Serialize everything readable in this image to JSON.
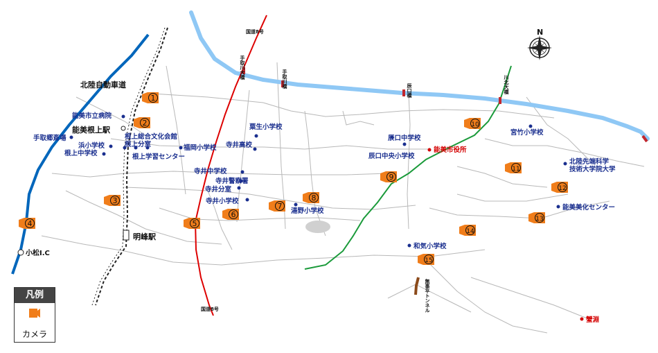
{
  "map": {
    "colors": {
      "river": "#8fc8f5",
      "expressway": "#0066bb",
      "national_road": "#dd0000",
      "green_road": "#1a9a3a",
      "camera": "#f07d1a",
      "facility_dot": "#1a2f8f",
      "road": "#b8b8b8"
    },
    "labels": {
      "expressway": "北陸自動車道",
      "station_noumi": "能美根上駅",
      "station_meiho": "明峰駅",
      "ic": "小松I.C",
      "route8_top": "国道8号",
      "route8_bottom": "国道8号",
      "bridge_tedorigawa_ohashi": "手取川大橋",
      "bridge_tedorigawa": "手取川橋",
      "bridge_tatsunokuchi": "辰口橋",
      "bridge_hokuriku": "川北大橋",
      "city_hall": "能美市役所",
      "fuchi": "蟹淵",
      "tunnel": "無事平トンネル",
      "hospital": "能美市立病院",
      "tedori_kosaijo": "手取郷斎場",
      "hama_school": "浜小学校",
      "neagari_jhs": "根上中学校",
      "neagari_culture": "根上総合文化会館",
      "neagari_branch": "根上分室",
      "neagari_learning": "根上学習センター",
      "fukuoka_school": "福岡小学校",
      "awaro_school": "粟生小学校",
      "terai_high": "寺井高校",
      "terai_jhs": "寺井中学校",
      "terai_police": "寺井警察署",
      "terai_branch": "寺井分室",
      "terai_es": "寺井小学校",
      "yuno_school": "湯野小学校",
      "tatsunokuchi_jhs": "辰口中学校",
      "tatsunokuchi_central": "辰口中央小学校",
      "miyatake_school": "宮竹小学校",
      "jaist_1": "北陸先端科学",
      "jaist_2": "技術大学院大学",
      "art_center": "能美美化センター",
      "wake_school": "和気小学校",
      "compass_n": "N"
    },
    "cameras": [
      "1",
      "2",
      "3",
      "4",
      "5",
      "6",
      "7",
      "8",
      "9",
      "10",
      "11",
      "12",
      "13",
      "14",
      "15"
    ]
  },
  "legend": {
    "title": "凡例",
    "camera_label": "カメラ"
  }
}
